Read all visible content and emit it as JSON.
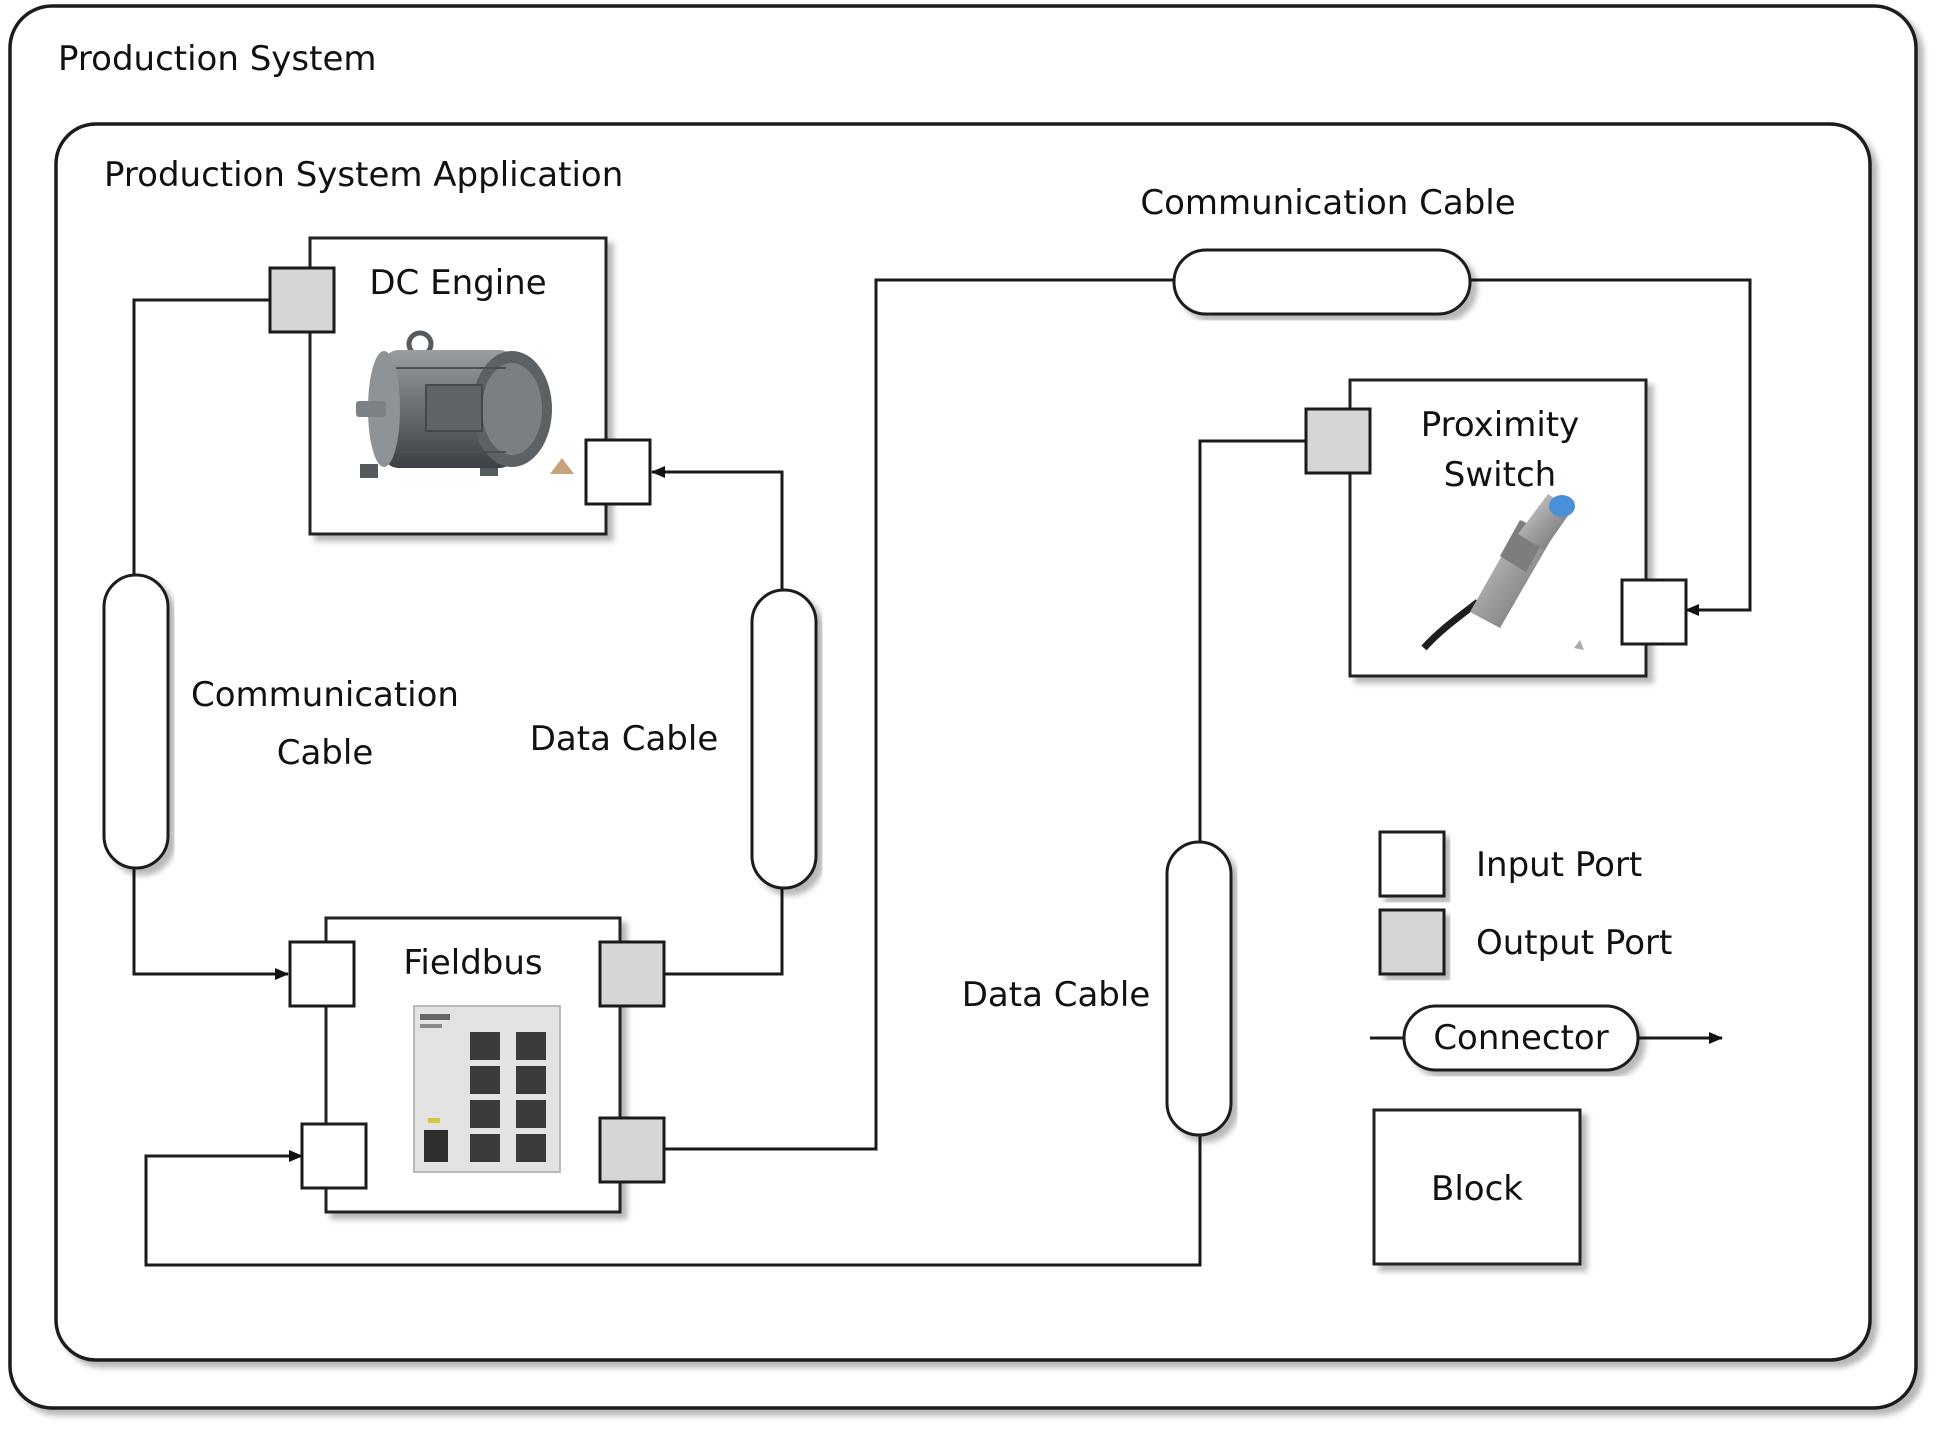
{
  "system": {
    "title": "Production System"
  },
  "application": {
    "title": "Production System Application"
  },
  "blocks": {
    "dc_engine": "DC Engine",
    "fieldbus": "Fieldbus",
    "proximity_switch_line1": "Proximity",
    "proximity_switch_line2": "Switch"
  },
  "cables": {
    "comm_cable_left_line1": "Communication",
    "comm_cable_left_line2": "Cable",
    "data_cable_left": "Data Cable",
    "comm_cable_top": "Communication Cable",
    "data_cable_right": "Data Cable"
  },
  "legend": {
    "input_port": "Input Port",
    "output_port": "Output Port",
    "connector": "Connector",
    "block": "Block"
  },
  "icons": {
    "engine": "dc-engine-motor-icon",
    "fieldbus": "fieldbus-switch-icon",
    "sensor": "proximity-sensor-icon"
  },
  "colors": {
    "output_port_fill": "#d6d6d6",
    "input_port_fill": "#ffffff",
    "sensor_tip": "#4a90d9"
  }
}
